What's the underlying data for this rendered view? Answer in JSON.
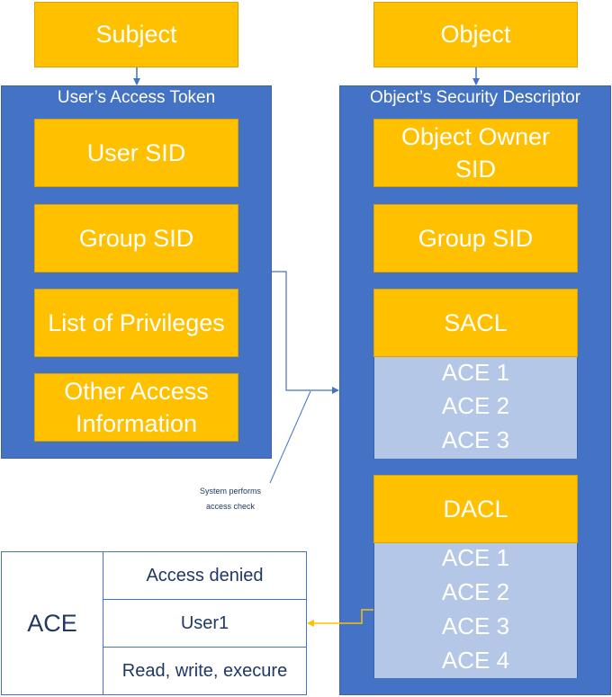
{
  "subject": "Subject",
  "object": "Object",
  "token": {
    "title": "User’s Access Token",
    "items": [
      "User SID",
      "Group SID",
      "List of Privileges",
      "Other Access Information"
    ]
  },
  "descriptor": {
    "title": "Object’s Security Descriptor",
    "owner": "Object Owner SID",
    "group": "Group SID",
    "sacl": {
      "label": "SACL",
      "aces": [
        "ACE 1",
        "ACE 2",
        "ACE 3"
      ]
    },
    "dacl": {
      "label": "DACL",
      "aces": [
        "ACE 1",
        "ACE 2",
        "ACE 3",
        "ACE 4"
      ]
    }
  },
  "annotation": {
    "line1": "System performs",
    "line2": "access check"
  },
  "ace_table": {
    "label": "ACE",
    "rows": [
      "Access denied",
      "User1",
      "Read, write, execure"
    ]
  },
  "colors": {
    "gold": "#FFC000",
    "blue": "#4472C4",
    "ace_fill": "#B4C7E7",
    "connector": "#4472C4",
    "arrow_orange": "#FFC000"
  }
}
